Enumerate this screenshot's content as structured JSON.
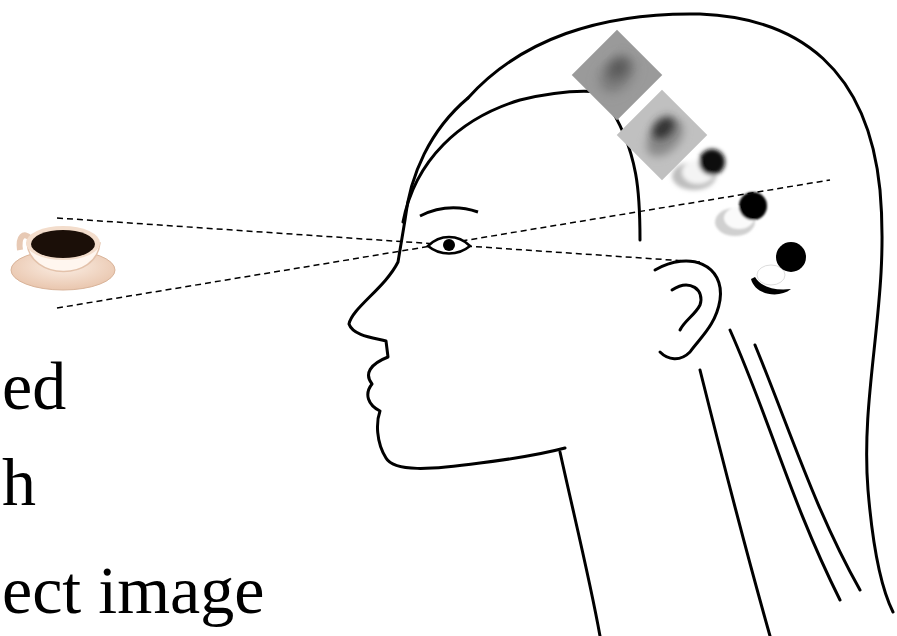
{
  "diagram": {
    "labels": [
      "ed",
      "h",
      "ect image"
    ]
  }
}
